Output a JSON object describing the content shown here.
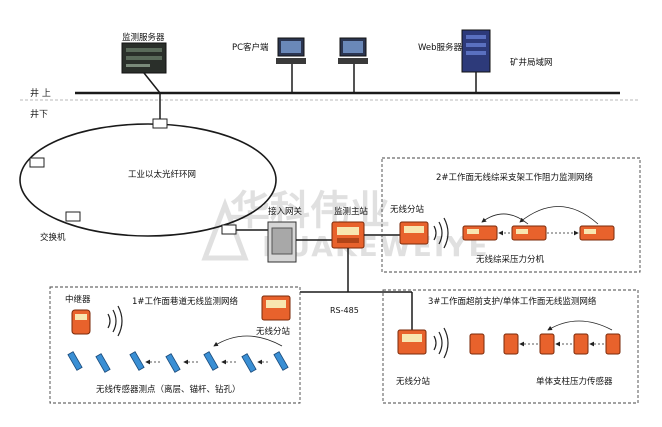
{
  "labels": {
    "monitor_server": "监测服务器",
    "pc_client": "PC客户端",
    "web_server": "Web服务器",
    "mine_lan": "矿井局域网",
    "surface": "井 上",
    "underground": "井下",
    "ring": "工业以太光纤环网",
    "switch": "交换机",
    "gateway": "接入网关",
    "monitor_station": "监测主站",
    "rs485": "RS-485",
    "net1_title": "1#工作面巷道无线监测网络",
    "repeater": "中继器",
    "net1_substation": "无线分站",
    "net1_sensors": "无线传感器测点（离层、锚杆、钻孔）",
    "net2_title": "2#工作面无线综采支架工作阻力监测网络",
    "net2_substation": "无线分站",
    "net2_analyzer": "无线综采压力分机",
    "net3_title": "3#工作面超前支护/单体工作面无线监测网络",
    "net3_substation": "无线分站",
    "net3_sensor": "单体支柱压力传感器",
    "watermark_cn": "华科伟业",
    "watermark_en": "HUAKEWEIYE"
  },
  "colors": {
    "line": "#1a1a1a",
    "device_orange": "#e8622c",
    "device_dark": "#2c2c2c",
    "sensor_blue": "#3a8fd4",
    "watermark": "#c8c8c8",
    "dashed_border": "#444444"
  }
}
